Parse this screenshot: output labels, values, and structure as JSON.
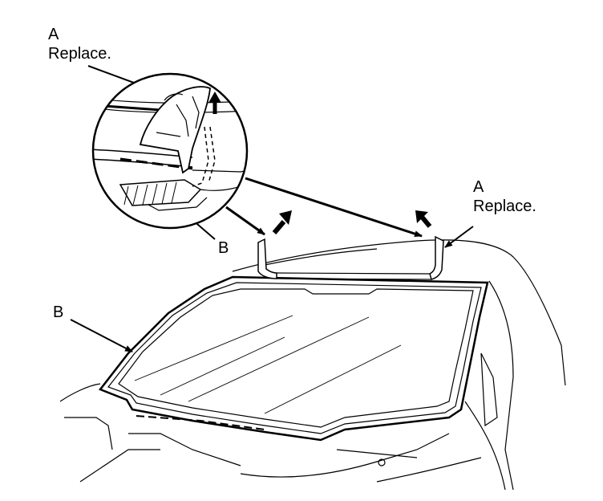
{
  "labels": {
    "top_left_letter": "A",
    "top_left_text": "Replace.",
    "right_letter": "A",
    "right_text": "Replace.",
    "detail_b": "B",
    "left_b": "B"
  }
}
